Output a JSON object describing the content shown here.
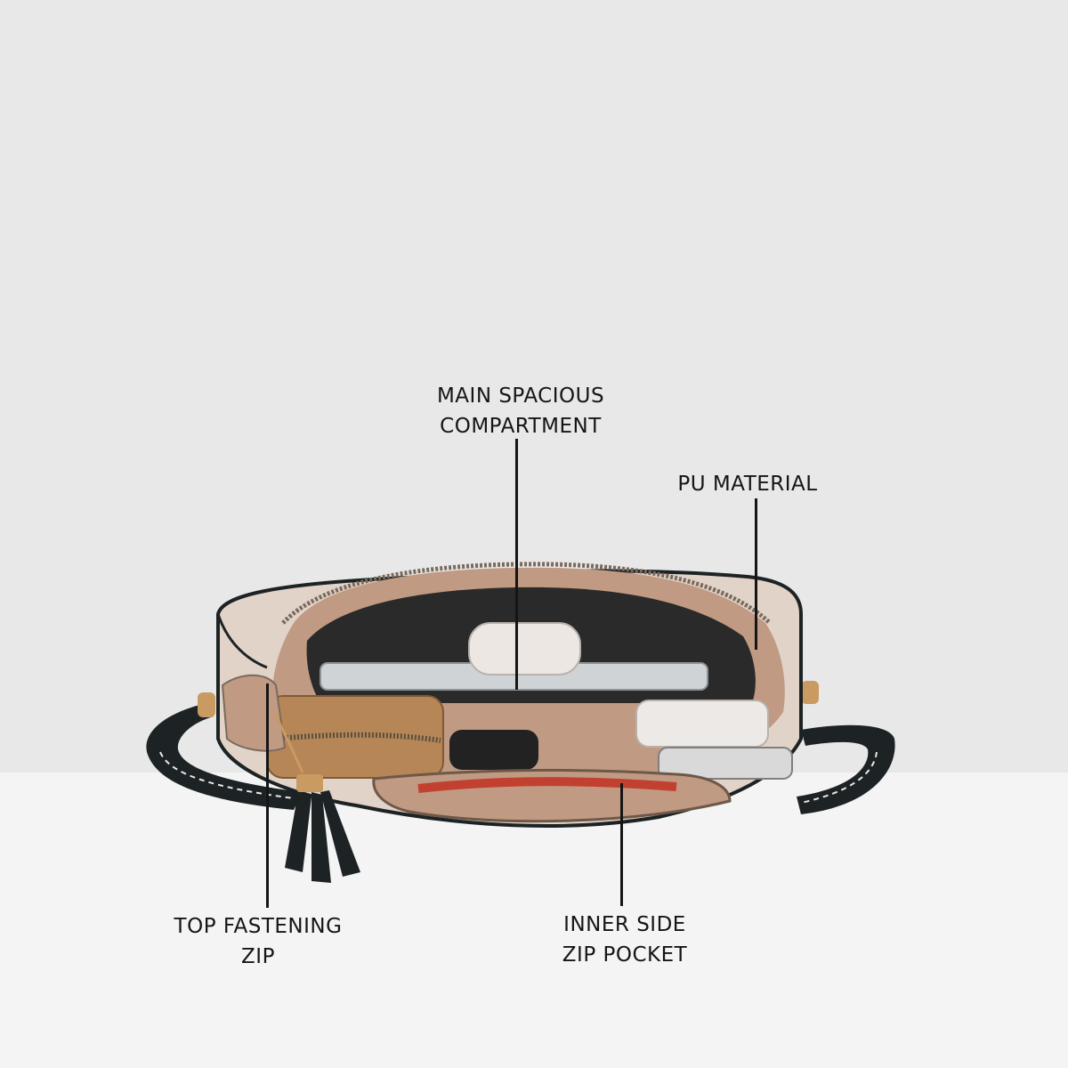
{
  "callouts": {
    "main_compartment": {
      "line1": "MAIN SPACIOUS",
      "line2": "COMPARTMENT"
    },
    "material": {
      "line1": "PU MATERIAL"
    },
    "top_zip": {
      "line1": "TOP FASTENING",
      "line2": "ZIP"
    },
    "inner_pocket": {
      "line1": "INNER SIDE",
      "line2": "ZIP POCKET"
    }
  },
  "colors": {
    "background": "#e8e8e8",
    "floor": "#f4f4f4",
    "bag_body": "#e2d3c8",
    "bag_trim": "#1d2325",
    "lining": "#c09a82",
    "text": "#151515"
  }
}
